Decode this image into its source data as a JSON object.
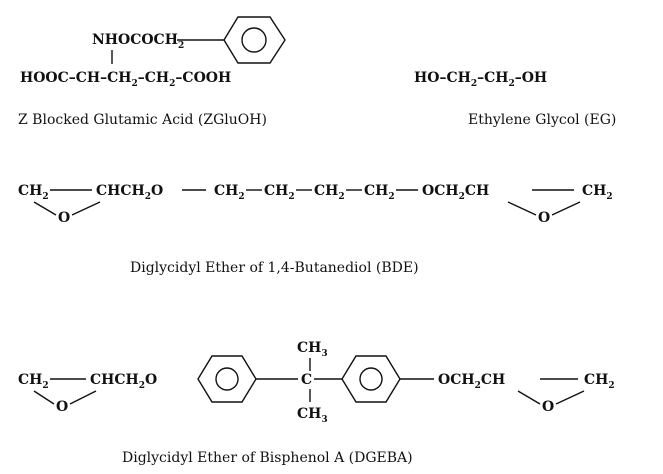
{
  "zgluoh": {
    "top_group": "NHOCOCH",
    "top_group_sub": "2",
    "backbone_hooc": "HOOC",
    "backbone_ch": "CH",
    "backbone_ch2": "CH",
    "backbone_sub": "2",
    "backbone_cooh": "COOH",
    "caption": "Z Blocked Glutamic Acid (ZGluOH)"
  },
  "eg": {
    "ho": "HO",
    "ch2": "CH",
    "sub": "2",
    "oh": "OH",
    "caption": "Ethylene Glycol (EG)"
  },
  "bde": {
    "ch2": "CH",
    "sub": "2",
    "chch2o": "CHCH",
    "o_tail": "O",
    "och2ch": "OCH",
    "ch": "CH",
    "epoxide_o": "O",
    "caption": "Diglycidyl Ether of 1,4-Butanediol (BDE)"
  },
  "dgeba": {
    "ch2": "CH",
    "sub": "2",
    "chch2o": "CHCH",
    "o_tail": "O",
    "ch3": "CH",
    "sub3": "3",
    "c": "C",
    "och2ch": "OCH",
    "ch": "CH",
    "epoxide_o": "O",
    "caption": "Diglycidyl Ether of Bisphenol A (DGEBA)"
  }
}
